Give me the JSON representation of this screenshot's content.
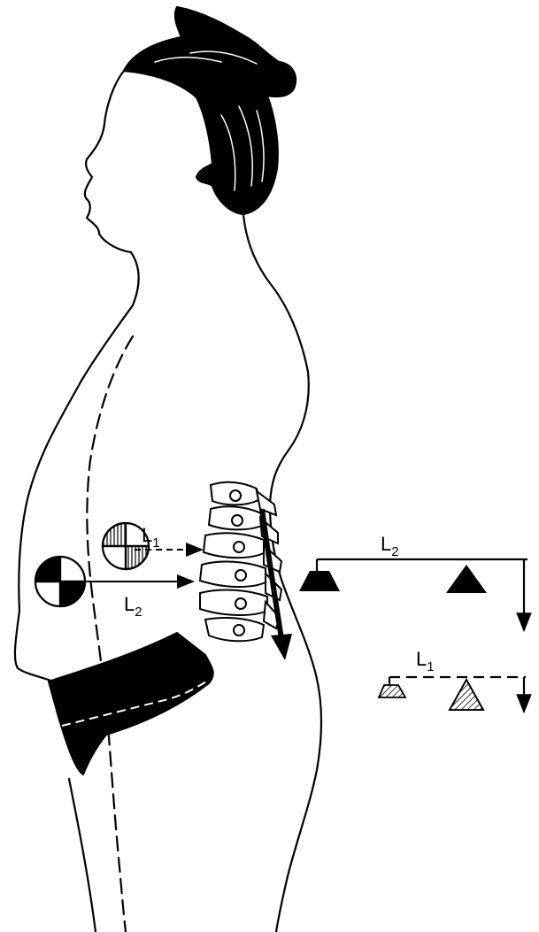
{
  "labels": {
    "body_near": {
      "main": "L",
      "sub": "1"
    },
    "body_far": {
      "main": "L",
      "sub": "2"
    },
    "lever_long": {
      "main": "L",
      "sub": "2"
    },
    "lever_short": {
      "main": "L",
      "sub": "1"
    }
  },
  "colors": {
    "ink": "#000000",
    "paper": "#ffffff"
  }
}
